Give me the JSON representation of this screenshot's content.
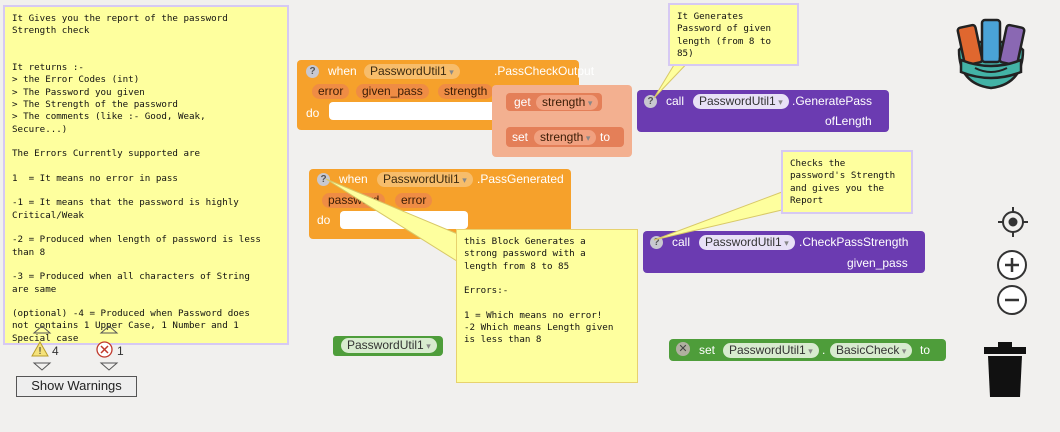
{
  "comments": {
    "report": "It Gives you the report of the password\nStrength check\n\n\nIt returns :-\n> the Error Codes (int)\n> The Password you given\n> The Strength of the password\n> The comments (like :- Good, Weak,\nSecure...)\n\nThe Errors Currently supported are\n\n1  = It means no error in pass\n\n-1 = It means that the password is highly\nCritical/Weak\n\n-2 = Produced when length of password is less\nthan 8\n\n-3 = Produced when all characters of String\nare same\n\n(optional) -4 = Produced when Password does\nnot contains 1 Upper Case, 1 Number and 1\nSpecial case",
    "generate": "It Generates\nPassword of given\nlength (from 8 to\n85)",
    "check": "Checks the\npassword's Strength\nand gives you the\nReport",
    "generated": "this Block Generates a\nstrong password with a\nlength from 8 to 85\n\nErrors:-\n\n1 = Which means no error!\n-2 Which means Length given\nis less than 8"
  },
  "blocks": {
    "when_label": "when",
    "do_label": "do",
    "call_label": "call",
    "set_label": "set",
    "get_label": "get",
    "to_label": "to",
    "component": "PasswordUtil1",
    "pass_check_event": ".PassCheckOutput",
    "pass_check_params": [
      "error",
      "given_pass",
      "strength"
    ],
    "strength_var": "strength",
    "generated_event": ".PassGenerated",
    "generated_params": [
      "password",
      "error"
    ],
    "generate_method": ".GeneratePass",
    "generate_arg": "ofLength",
    "check_method": ".CheckPassStrength",
    "check_arg": "given_pass",
    "basic_check": "BasicCheck",
    "dot": "."
  },
  "warnings": {
    "warning_count": "4",
    "error_count": "1",
    "show_warnings_label": "Show Warnings"
  },
  "icons": {
    "backpack": "backpack-icon",
    "target": "target-icon",
    "zoom_in": "zoom-in-icon",
    "zoom_out": "zoom-out-icon",
    "trash": "trash-icon"
  }
}
